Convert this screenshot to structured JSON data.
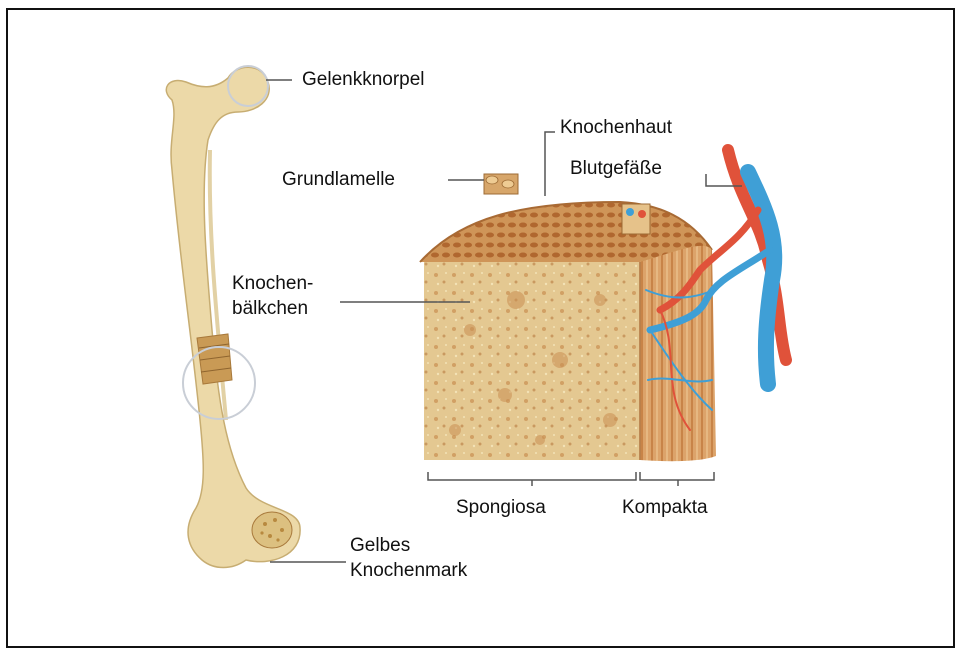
{
  "labels": {
    "gelenkknorpel": "Gelenkknorpel",
    "knochenhaut": "Knochenhaut",
    "grundlamelle": "Grundlamelle",
    "blutgefaesse": "Blutgefäße",
    "knochenbaelkchen_1": "Knochen-",
    "knochenbaelkchen_2": "bälkchen",
    "spongiosa": "Spongiosa",
    "kompakta": "Kompakta",
    "gelbes_1": "Gelbes",
    "gelbes_2": "Knochenmark"
  },
  "colors": {
    "bone": "#ecd9a8",
    "bone_shadow": "#d6bd7f",
    "spongy": "#e2c48a",
    "compact": "#d69a5a",
    "artery": "#e0523a",
    "vein": "#3f9fd6",
    "leader": "#555555"
  }
}
